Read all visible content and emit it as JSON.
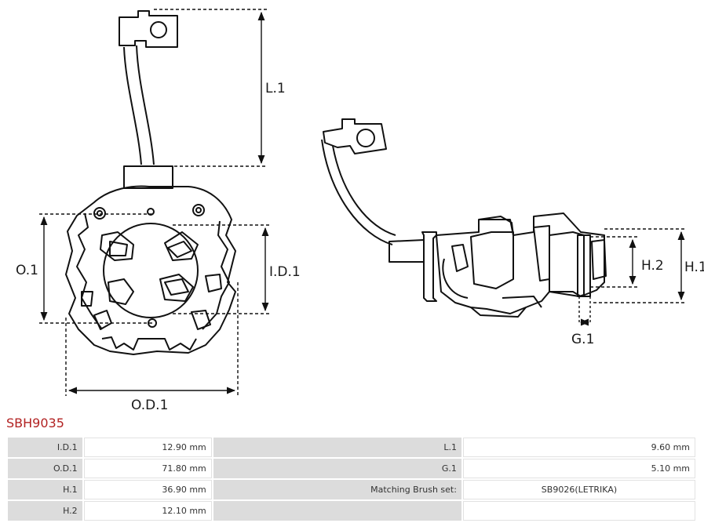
{
  "diagram": {
    "labels": {
      "l1": "L.1",
      "o1": "O.1",
      "id1": "I.D.1",
      "od1": "O.D.1",
      "h1": "H.1",
      "h2": "H.2",
      "g1": "G.1"
    }
  },
  "part": {
    "code": "SBH9035",
    "code_color": "#b22222"
  },
  "specs": {
    "rows": [
      {
        "k1": "I.D.1",
        "v1": "12.90 mm",
        "k2": "L.1",
        "v2": "9.60 mm"
      },
      {
        "k1": "O.D.1",
        "v1": "71.80 mm",
        "k2": "G.1",
        "v2": "5.10 mm"
      },
      {
        "k1": "H.1",
        "v1": "36.90 mm",
        "k2": "Matching Brush set:",
        "v2": "SB9026(LETRIKA)"
      },
      {
        "k1": "H.2",
        "v1": "12.10 mm",
        "k2": "",
        "v2": ""
      }
    ]
  }
}
